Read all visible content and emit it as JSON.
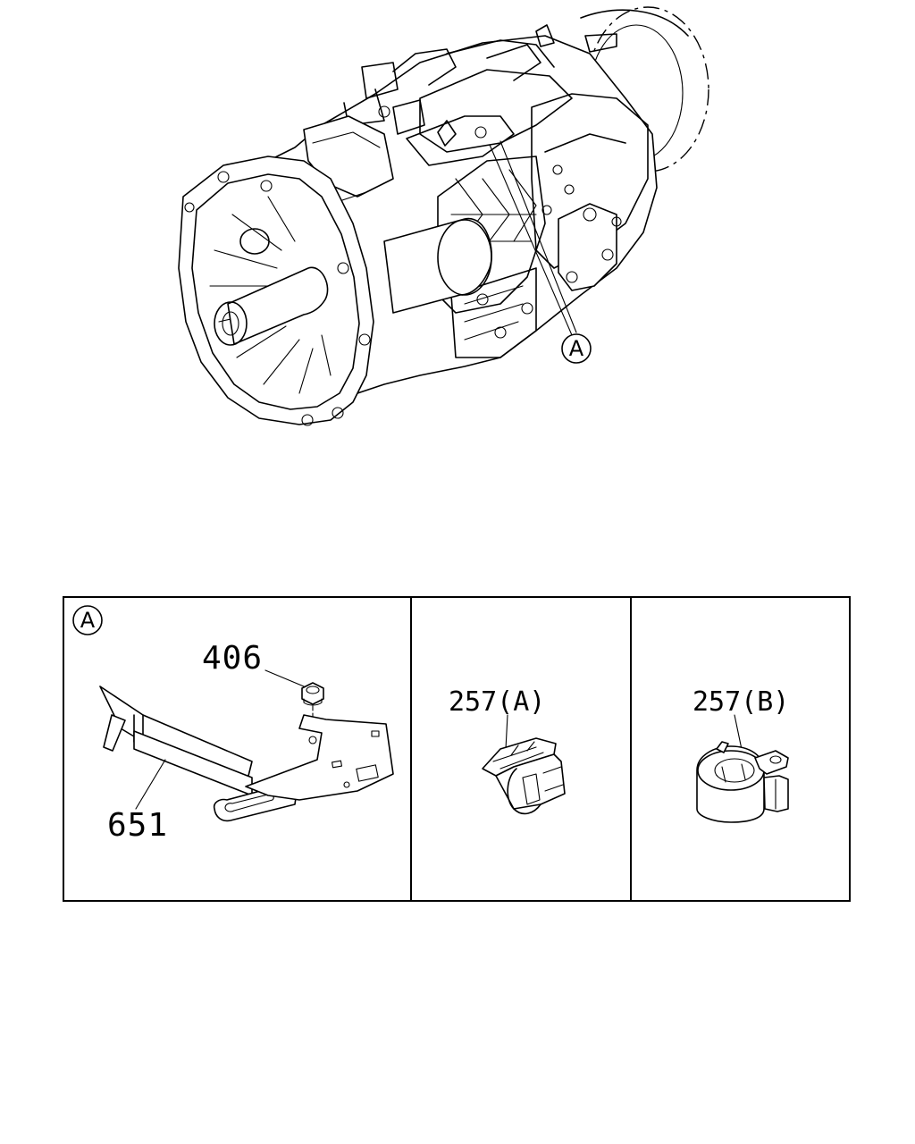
{
  "overview": {
    "view_marker": "A"
  },
  "detail_panels": [
    {
      "marker": "A",
      "labels": {
        "nut": "406",
        "bracket": "651"
      }
    },
    {
      "label": "257(A)"
    },
    {
      "label": "257(B)"
    }
  ]
}
